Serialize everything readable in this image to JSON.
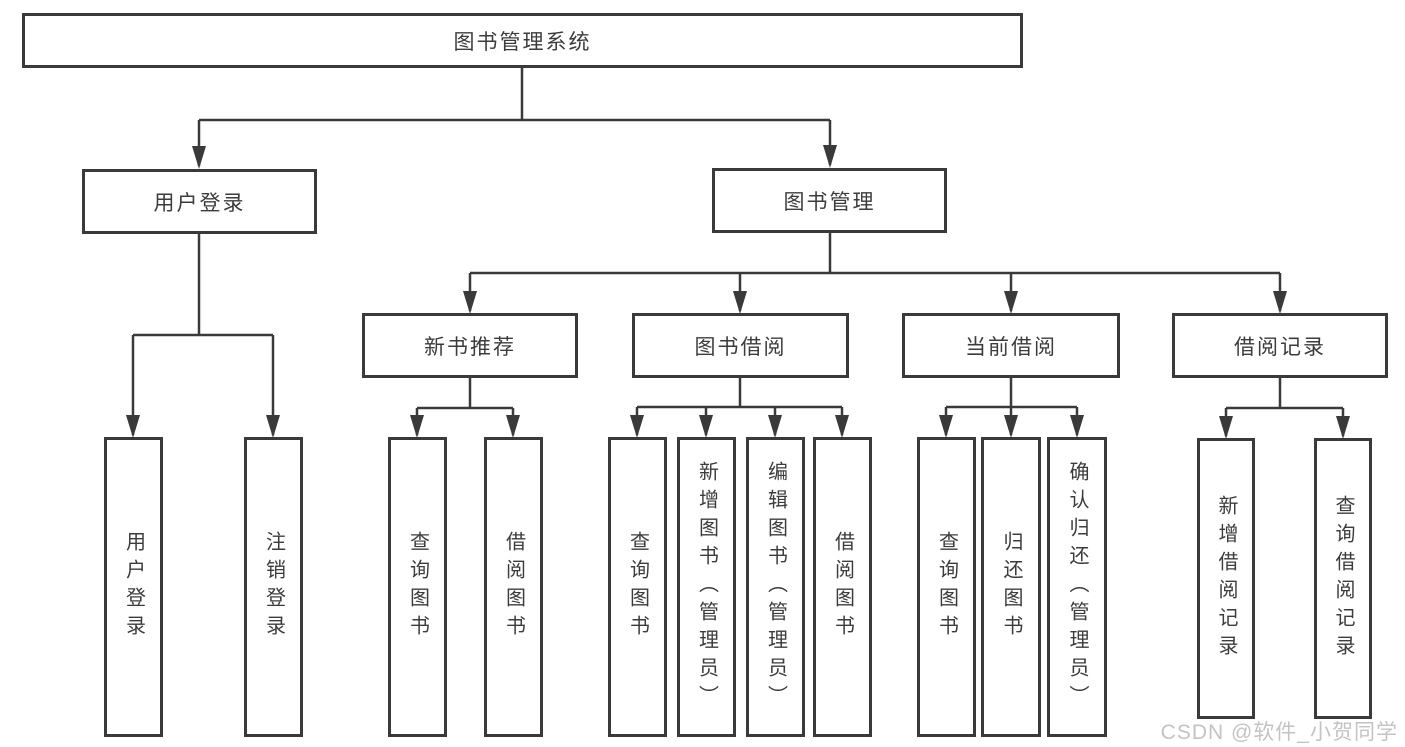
{
  "tree": {
    "root": {
      "label": "图书管理系统"
    },
    "level2": [
      {
        "label": "用户登录",
        "children": [
          {
            "label": "用户登录"
          },
          {
            "label": "注销登录"
          }
        ]
      },
      {
        "label": "图书管理",
        "children": [
          {
            "label": "新书推荐",
            "children": [
              {
                "label": "查询图书"
              },
              {
                "label": "借阅图书"
              }
            ]
          },
          {
            "label": "图书借阅",
            "children": [
              {
                "label": "查询图书"
              },
              {
                "label": "新增图书（管理员）"
              },
              {
                "label": "编辑图书（管理员）"
              },
              {
                "label": "借阅图书"
              }
            ]
          },
          {
            "label": "当前借阅",
            "children": [
              {
                "label": "查询图书"
              },
              {
                "label": "归还图书"
              },
              {
                "label": "确认归还（管理员）"
              }
            ]
          },
          {
            "label": "借阅记录",
            "children": [
              {
                "label": "新增借阅记录"
              },
              {
                "label": "查询借阅记录"
              }
            ]
          }
        ]
      }
    ]
  },
  "watermark": {
    "text": "CSDN @软件_小贺同学"
  },
  "colors": {
    "line": "#3a3a3a",
    "box_border": "#3a3a3a",
    "box_fill": "#ffffff",
    "text": "#3c3c3c",
    "watermark": "#c3c3c3",
    "background": "#ffffff"
  }
}
